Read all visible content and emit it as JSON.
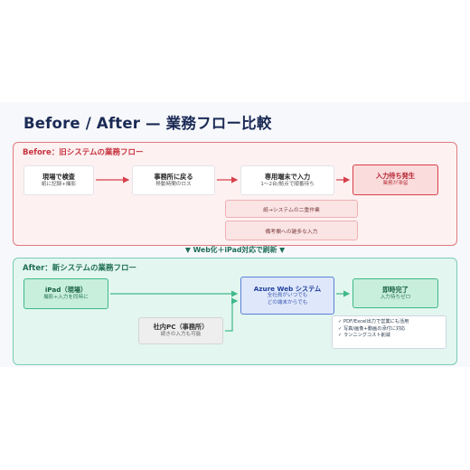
{
  "title": "Before / After — 業務フロー比較",
  "before": {
    "title": "Before：旧システムの業務フロー",
    "steps": [
      {
        "title": "現場で検査",
        "sub": "紙に記録+撮影"
      },
      {
        "title": "事務所に戻る",
        "sub": "移動時間のロス"
      },
      {
        "title": "専用端末で入力",
        "sub": "1〜2台/拠点で順番待ち"
      },
      {
        "title": "入力待ち発生",
        "sub": "業務が滞留"
      }
    ],
    "notes": [
      "紙→システムの二重作業",
      "備考欄への雑多な入力"
    ]
  },
  "transition": "▼ Web化＋iPad対応で刷新 ▼",
  "after": {
    "title": "After：新システムの業務フロー",
    "ipad": {
      "title": "iPad（現場）",
      "sub": "撮影+入力を同時に"
    },
    "pc": {
      "title": "社内PC（事務所）",
      "sub": "続きの入力も可能"
    },
    "azure": {
      "title": "Azure Web システム",
      "sub1": "全社員がいつでも",
      "sub2": "どの端末からでも"
    },
    "done": {
      "title": "即時完了",
      "sub": "入力待ちゼロ"
    },
    "benefits": [
      "✓ PDF/Excel出力で営業にも活用",
      "✓ 写真/画像+動画の添付に対応",
      "✓ ランニングコスト削減"
    ]
  },
  "colors": {
    "before_accent": "#d7404a",
    "after_accent": "#3fb98a",
    "azure_accent": "#5a7fd6",
    "title": "#1b2a55"
  }
}
